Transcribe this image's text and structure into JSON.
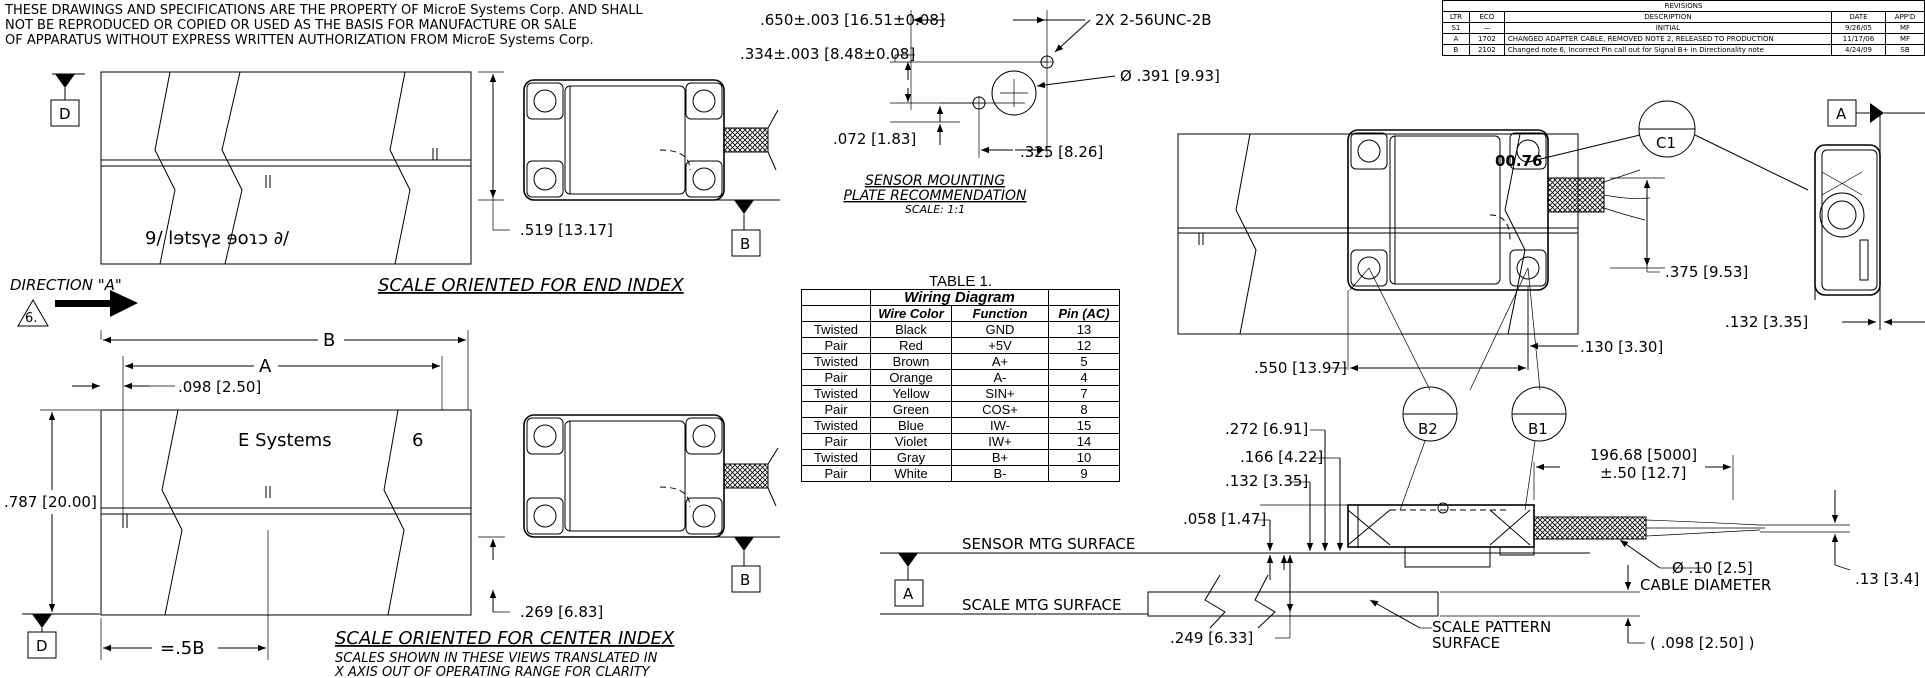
{
  "notice": {
    "line1": "THESE DRAWINGS AND SPECIFICATIONS ARE THE PROPERTY OF MicroE Systems Corp. AND SHALL",
    "line2": "NOT BE REPRODUCED OR COPIED OR USED AS THE BASIS FOR MANUFACTURE OR SALE",
    "line3": "OF APPARATUS WITHOUT EXPRESS WRITTEN AUTHORIZATION FROM MicroE Systems Corp."
  },
  "datums": {
    "d_top": "D",
    "d_bottom": "D",
    "b_top": "B",
    "b_bottom": "B",
    "a_right": "A",
    "a_bottom": "A"
  },
  "scale_text": {
    "upper_mirror": "9/   lɘtsγꙅ ɘoɿɔ   ∂/",
    "lower": "E Systems",
    "lower_6": "6"
  },
  "dims": {
    "d519": ".519 [13.17]",
    "d098": ".098 [2.50]",
    "d787": ".787 [20.00]",
    "d269": ".269 [6.83]",
    "dim_a": "A",
    "dim_b": "B",
    "half_b": "=.5B",
    "d650": ".650±.003 [16.51±0.08]",
    "d334": ".334±.003 [8.48±0.08]",
    "thread": "2X 2-56UNC-2B",
    "dia391": "Ø .391 [9.93]",
    "d072": ".072 [1.83]",
    "d325": ".325 [8.26]",
    "d375": ".375 [9.53]",
    "d132r": ".132 [3.35]",
    "d130": ".130 [3.30]",
    "d550": ".550 [13.97]",
    "d272": ".272 [6.91]",
    "d166": ".166 [4.22]",
    "d132": ".132 [3.35]",
    "d058": ".058 [1.47]",
    "cable_len": "196.68 [5000]",
    "cable_tol": "±.50 [12.7]",
    "dia10": "Ø .10 [2.5]",
    "cable_dia": "CABLE DIAMETER",
    "d13": ".13 [3.4]",
    "d249": ".249 [6.33]",
    "d098b": "( .098 [2.50] )",
    "c1": "C1",
    "b1": "B1",
    "b2": "B2",
    "v76": "00.76"
  },
  "labels": {
    "direction": "DIRECTION \"A\"",
    "note6": "6.",
    "end_index": "SCALE ORIENTED FOR END INDEX",
    "center_index": "SCALE ORIENTED FOR CENTER INDEX",
    "center_note1": "SCALES SHOWN IN THESE VIEWS TRANSLATED IN",
    "center_note2": "X AXIS OUT OF OPERATING RANGE FOR CLARITY",
    "mount_title1": "SENSOR MOUNTING",
    "mount_title2": "PLATE RECOMMENDATION",
    "mount_scale": "SCALE: 1:1",
    "sensor_mtg": "SENSOR MTG SURFACE",
    "scale_mtg": "SCALE MTG SURFACE",
    "pattern1": "SCALE PATTERN",
    "pattern2": "SURFACE"
  },
  "table": {
    "caption": "TABLE 1.",
    "title": "Wiring Diagram",
    "headers": [
      "",
      "Wire Color",
      "Function",
      "Pin (AC)"
    ],
    "rows": [
      [
        "Twisted",
        "Black",
        "GND",
        "13"
      ],
      [
        "Pair",
        "Red",
        "+5V",
        "12"
      ],
      [
        "Twisted",
        "Brown",
        "A+",
        "5"
      ],
      [
        "Pair",
        "Orange",
        "A-",
        "4"
      ],
      [
        "Twisted",
        "Yellow",
        "SIN+",
        "7"
      ],
      [
        "Pair",
        "Green",
        "COS+",
        "8"
      ],
      [
        "Twisted",
        "Blue",
        "IW-",
        "15"
      ],
      [
        "Pair",
        "Violet",
        "IW+",
        "14"
      ],
      [
        "Twisted",
        "Gray",
        "B+",
        "10"
      ],
      [
        "Pair",
        "White",
        "B-",
        "9"
      ]
    ]
  },
  "revisions": {
    "title": "REVISIONS",
    "headers": [
      "LTR",
      "ECO",
      "DESCRIPTION",
      "DATE",
      "APP'D"
    ],
    "rows": [
      [
        "S1",
        "—",
        "INITIAL",
        "9/26/05",
        "MF"
      ],
      [
        "A",
        "1702",
        "CHANGED ADAPTER CABLE, REMOVED NOTE 2, RELEASED TO PRODUCTION",
        "11/17/06",
        "MF"
      ],
      [
        "B",
        "2102",
        "Changed note 6, Incorrect Pin call out for Signal B+ in Directionality note",
        "4/24/09",
        "SB"
      ]
    ]
  }
}
